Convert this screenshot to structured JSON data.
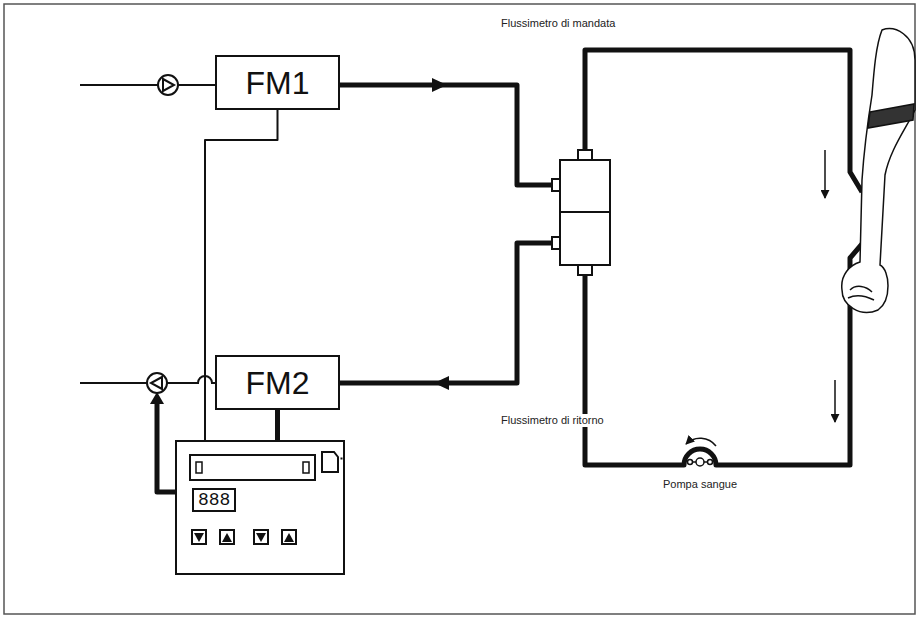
{
  "diagram": {
    "nodes": [
      {
        "text": [
          "FM1"
        ]
      },
      {
        "text": [
          "FM2"
        ]
      },
      {
        "text": [
          "888"
        ]
      }
    ],
    "edges": [
      {
        "from": 0,
        "to": 2,
        "arrow": "none"
      },
      {
        "from": 1,
        "to": 2,
        "arrow": "none"
      }
    ],
    "labels": [
      "Flussimetro di mandata",
      "Flussimetro di ritorno",
      "Pompa sangue"
    ]
  }
}
